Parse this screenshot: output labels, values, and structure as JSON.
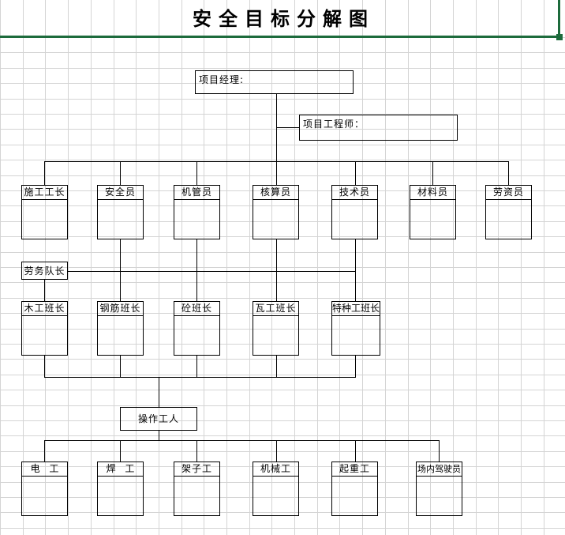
{
  "document": {
    "title": "安全目标分解图",
    "app_kind": "spreadsheet-org-chart"
  },
  "selection": {
    "border_color": "#1d6b3c",
    "handle": "fill-handle"
  },
  "grid": {
    "line_color": "#d4d4d4",
    "col_width": 28.7,
    "row_height": 19.4
  },
  "chart_data": {
    "type": "diagram",
    "subtype": "organization-chart",
    "title": "安全目标分解图",
    "levels": [
      {
        "level": 1,
        "nodes": [
          {
            "id": "pm",
            "label": "项目经理:"
          }
        ]
      },
      {
        "level": 2,
        "nodes": [
          {
            "id": "pe",
            "label": "项目工程师："
          }
        ]
      },
      {
        "level": 3,
        "nodes": [
          {
            "id": "r3c1",
            "label": "施工工长"
          },
          {
            "id": "r3c2",
            "label": "安全员"
          },
          {
            "id": "r3c3",
            "label": "机管员"
          },
          {
            "id": "r3c4",
            "label": "核算员"
          },
          {
            "id": "r3c5",
            "label": "技术员"
          },
          {
            "id": "r3c6",
            "label": "材料员"
          },
          {
            "id": "r3c7",
            "label": "劳资员"
          }
        ]
      },
      {
        "level": 4,
        "nodes": [
          {
            "id": "lead",
            "label": "劳务队长"
          }
        ]
      },
      {
        "level": 5,
        "nodes": [
          {
            "id": "r5c1",
            "label": "木工班长"
          },
          {
            "id": "r5c2",
            "label": "钢筋班长"
          },
          {
            "id": "r5c3",
            "label": "砼班长"
          },
          {
            "id": "r5c4",
            "label": "瓦工班长"
          },
          {
            "id": "r5c5",
            "label": "特种工班长"
          }
        ]
      },
      {
        "level": 6,
        "nodes": [
          {
            "id": "ops",
            "label": "操作工人"
          }
        ]
      },
      {
        "level": 7,
        "nodes": [
          {
            "id": "r7c1",
            "label": "电 工"
          },
          {
            "id": "r7c2",
            "label": "焊 工"
          },
          {
            "id": "r7c3",
            "label": "架子工"
          },
          {
            "id": "r7c4",
            "label": "机械工"
          },
          {
            "id": "r7c5",
            "label": "起重工"
          },
          {
            "id": "r7c6",
            "label": "场内驾驶员"
          }
        ]
      }
    ],
    "edges": [
      {
        "from": "pm",
        "to": "pe"
      },
      {
        "from": "pe",
        "to": "r3c1"
      },
      {
        "from": "pe",
        "to": "r3c2"
      },
      {
        "from": "pe",
        "to": "r3c3"
      },
      {
        "from": "pe",
        "to": "r3c4"
      },
      {
        "from": "pe",
        "to": "r3c5"
      },
      {
        "from": "pe",
        "to": "r3c6"
      },
      {
        "from": "pe",
        "to": "r3c7"
      },
      {
        "from": "lead",
        "to": "r5c1"
      },
      {
        "from": "lead",
        "to": "r5c2"
      },
      {
        "from": "lead",
        "to": "r5c3"
      },
      {
        "from": "lead",
        "to": "r5c4"
      },
      {
        "from": "lead",
        "to": "r5c5"
      },
      {
        "from": "r5c3",
        "to": "ops"
      },
      {
        "from": "ops",
        "to": "r7c1"
      },
      {
        "from": "ops",
        "to": "r7c2"
      },
      {
        "from": "ops",
        "to": "r7c3"
      },
      {
        "from": "ops",
        "to": "r7c4"
      },
      {
        "from": "ops",
        "to": "r7c5"
      },
      {
        "from": "ops",
        "to": "r7c6"
      }
    ]
  }
}
